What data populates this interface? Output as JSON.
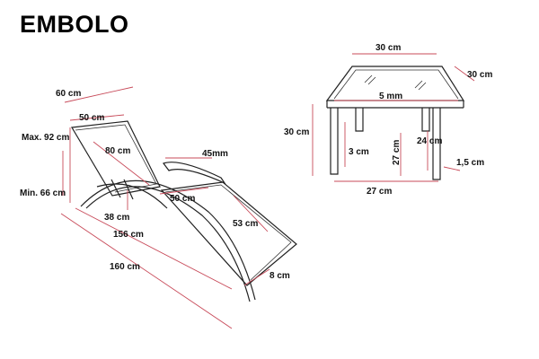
{
  "title": "EMBOLO",
  "chaise": {
    "width_top": "60 cm",
    "back_width": "50 cm",
    "max_height": "Max. 92 cm",
    "min_height": "Min. 66 cm",
    "back_length": "80 cm",
    "armrest_thickness": "45mm",
    "seat_width": "50 cm",
    "seat_length": "53 cm",
    "seat_height": "38 cm",
    "inner_length": "156 cm",
    "total_length": "160 cm",
    "frame_width": "8 cm"
  },
  "table": {
    "width": "30 cm",
    "depth": "30 cm",
    "top_thickness": "5 mm",
    "height_left": "30 cm",
    "leg_size": "3 cm",
    "leg_height": "27 cm",
    "inner_height": "24 cm",
    "leg_depth": "1,5 cm",
    "base_width": "27 cm"
  }
}
